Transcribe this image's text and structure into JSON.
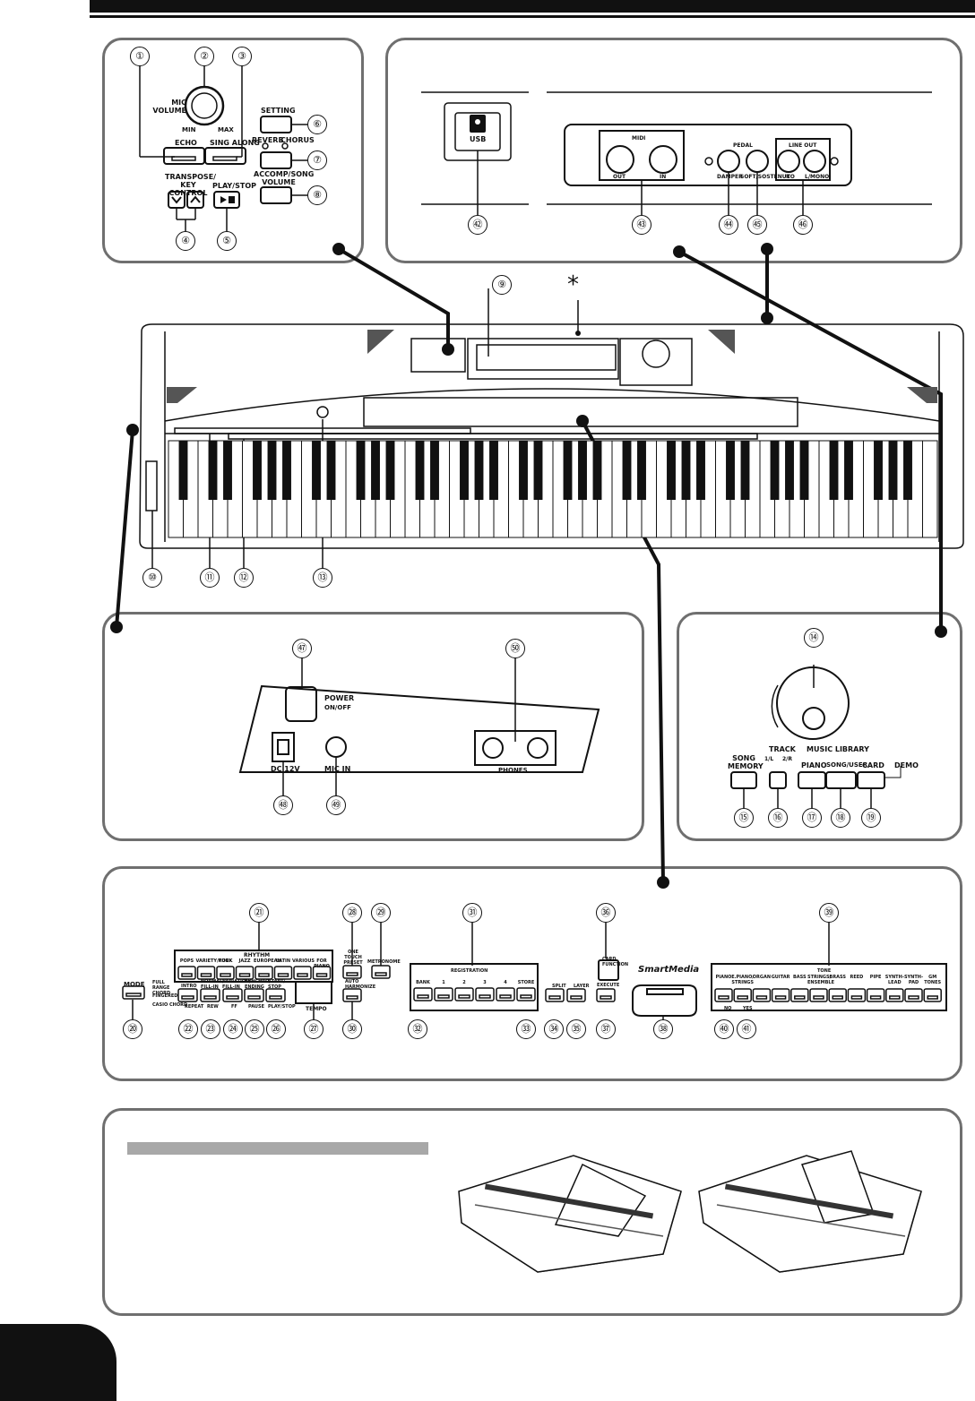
{
  "callouts": {
    "c1": "①",
    "c2": "②",
    "c3": "③",
    "c4": "④",
    "c5": "⑤",
    "c6": "⑥",
    "c7": "⑦",
    "c8": "⑧",
    "c9": "⑨",
    "c10": "⑩",
    "c11": "⑪",
    "c12": "⑫",
    "c13": "⑬",
    "c14": "⑭",
    "c15": "⑮",
    "c16": "⑯",
    "c17": "⑰",
    "c18": "⑱",
    "c19": "⑲",
    "c20": "⑳",
    "c21": "㉑",
    "c22": "㉒",
    "c23": "㉓",
    "c24": "㉔",
    "c25": "㉕",
    "c26": "㉖",
    "c27": "㉗",
    "c28": "㉘",
    "c29": "㉙",
    "c30": "㉚",
    "c31": "㉛",
    "c32": "㉜",
    "c33": "㉝",
    "c34": "㉞",
    "c35": "㉟",
    "c36": "㊱",
    "c37": "㊲",
    "c38": "㊳",
    "c39": "㊴",
    "c40": "㊵",
    "c41": "㊶",
    "c42": "㊷",
    "c43": "㊸",
    "c44": "㊹",
    "c45": "㊺",
    "c46": "㊻",
    "c47": "㊼",
    "c48": "㊽",
    "c49": "㊾",
    "c50": "㊿",
    "asterisk": "*"
  },
  "panel_top_left": {
    "mic_volume": "MIC VOLUME",
    "min": "MIN",
    "max": "MAX",
    "echo": "ECHO",
    "sing_along": "SING ALONG",
    "setting": "SETTING",
    "reverb": "REVERB",
    "chorus": "CHORUS",
    "transpose": "TRANSPOSE/ KEY CONTROL",
    "play_stop": "PLAY/STOP",
    "accomp_song_volume": "ACCOMP/SONG VOLUME"
  },
  "panel_top_right": {
    "usb": "USB",
    "midi": "MIDI",
    "out": "OUT",
    "in": "IN",
    "pedal": "PEDAL",
    "damper": "DAMPER",
    "soft_sostenuto": "SOFT/SOSTENUTO",
    "line_out": "LINE OUT",
    "r": "R",
    "l_mono": "L/MONO"
  },
  "panel_rear": {
    "power": "POWER",
    "on_off": "ON/OFF",
    "dc12v": "DC 12V",
    "mic_in": "MIC IN",
    "phones": "PHONES"
  },
  "panel_dial": {
    "track": "TRACK",
    "track1": "1/L",
    "track2": "2/R",
    "music_library": "MUSIC LIBRARY",
    "song_memory": "SONG MEMORY",
    "piano": "PIANO",
    "song_user": "SONG/USER",
    "card": "CARD",
    "demo": "DEMO"
  },
  "panel_console": {
    "rhythm": "RHYTHM",
    "rhythm_buttons": [
      "POPS",
      "VARIETY/FUNK",
      "ROCK",
      "JAZZ",
      "EUROPEAN",
      "LATIN",
      "VARIOUS",
      "FOR PIANO"
    ],
    "mode": "MODE",
    "full_range": "FULL RANGE CHORD",
    "fingered": "FINGERED",
    "casio_chord": "CASIO CHORD",
    "intro": "INTRO",
    "normal_fill": "NORMAL/ FILL-IN",
    "variation_fill": "VARIATION/ FILL-IN",
    "synchro": "SYNCHRO/ ENDING",
    "start_stop": "START/ STOP",
    "repeat": "REPEAT",
    "rew": "REW",
    "ff": "FF",
    "pause": "PAUSE",
    "play_stop": "PLAY/STOP",
    "tempo": "TEMPO",
    "one_touch": "ONE TOUCH PRESET",
    "metronome": "METRONOME",
    "auto_harmonize": "AUTO HARMONIZE",
    "registration": "REGISTRATION",
    "reg_buttons": [
      "BANK",
      "1",
      "2",
      "3",
      "4",
      "STORE"
    ],
    "split": "SPLIT",
    "layer": "LAYER",
    "card_function": "CARD FUNCTION",
    "execute": "EXECUTE",
    "smartmedia": "SmartMedia",
    "tone": "TONE",
    "tone_buttons": [
      "PIANO",
      "E.PIANO/ STRINGS",
      "ORGAN",
      "GUITAR",
      "BASS",
      "STRINGS/ ENSEMBLE",
      "BRASS",
      "REED",
      "PIPE",
      "SYNTH-LEAD",
      "SYNTH-PAD",
      "GM TONES"
    ],
    "no": "NO",
    "yes": "YES"
  }
}
